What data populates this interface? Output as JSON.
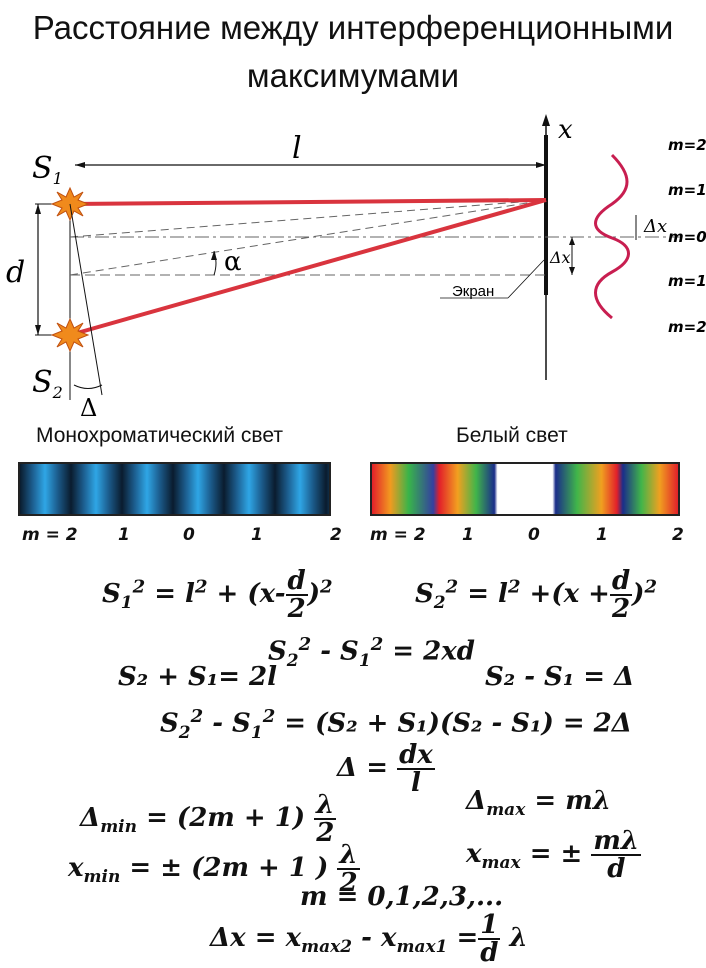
{
  "title": {
    "line1": "Расстояние между интерференционными",
    "line2": "максимумами"
  },
  "diagram": {
    "s1": "S",
    "s1_sub": "1",
    "s2": "S",
    "s2_sub": "2",
    "l": "l",
    "x": "x",
    "d": "d",
    "alpha": "α",
    "delta": "Δ",
    "dx_label": "Δx",
    "screen": "Экран",
    "m_levels": [
      "m=2",
      "m=1",
      "m=0",
      "m=1",
      "m=2"
    ],
    "colors": {
      "ray": "#d9343e",
      "source": "#f08a1c",
      "wave": "#c81e50"
    }
  },
  "bands": {
    "mono_title": "Монохроматический свет",
    "white_title": "Белый свет",
    "mono_m": [
      "m = 2",
      "1",
      "0",
      "1",
      "2"
    ],
    "white_m": [
      "m = 2",
      "1",
      "0",
      "1",
      "2"
    ]
  },
  "formulas": {
    "f1_a": "S",
    "f1_b": "= l",
    "f1_c": "+ (x-",
    "f1_d": ")",
    "f2_a": "S",
    "f2_b": "= l",
    "f2_c": "+(x +",
    "f2_d": ")",
    "frac_num": "d",
    "frac_den": "2",
    "sq": "2",
    "sub1": "1",
    "sub2": "2",
    "f3": "S₂ + S₁= 2l",
    "f4_a": "S",
    "f4_b": "- S",
    "f4_c": "= 2xd",
    "f5": "S₂ - S₁ = Δ",
    "f6_a": "S",
    "f6_b": "- S",
    "f6_c": "= (S₂ + S₁)(S₂ - S₁) = 2Δ",
    "f7_a": "Δ =",
    "f7_num": "dx",
    "f7_den": "l",
    "f8_a": "Δ",
    "f8_sub": "min",
    "f8_b": "= (2m + 1)",
    "f8_num": "λ",
    "f8_den": "2",
    "f9_a": "Δ",
    "f9_sub": "max",
    "f9_b": "= mλ",
    "f10_a": "x",
    "f10_sub": "min",
    "f10_b": "= ± (2m + 1 )",
    "f10_num": "λ",
    "f10_den": "2",
    "f11_a": "x",
    "f11_sub": "max",
    "f11_b": "= ±",
    "f11_num": "mλ",
    "f11_den": "d",
    "f12": "m = 0,1,2,3,...",
    "f13_a": "Δx = x",
    "f13_sub1": "max2",
    "f13_b": "- x",
    "f13_sub2": "max1",
    "f13_c": "=",
    "f13_num": "1",
    "f13_den": "d",
    "f13_d": "λ"
  }
}
